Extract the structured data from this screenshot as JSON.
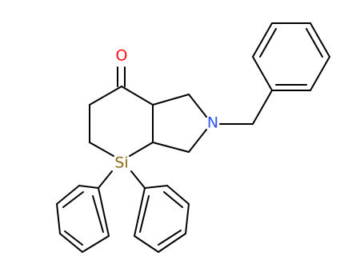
{
  "molecule": {
    "atoms": {
      "oxygen": {
        "label": "O",
        "color": "#ff0d0d"
      },
      "nitrogen": {
        "label": "N",
        "color": "#3050f8"
      },
      "silicon": {
        "label": "Si",
        "color": "#8b6914"
      }
    },
    "bond_color": "#000000",
    "background": "#ffffff"
  }
}
